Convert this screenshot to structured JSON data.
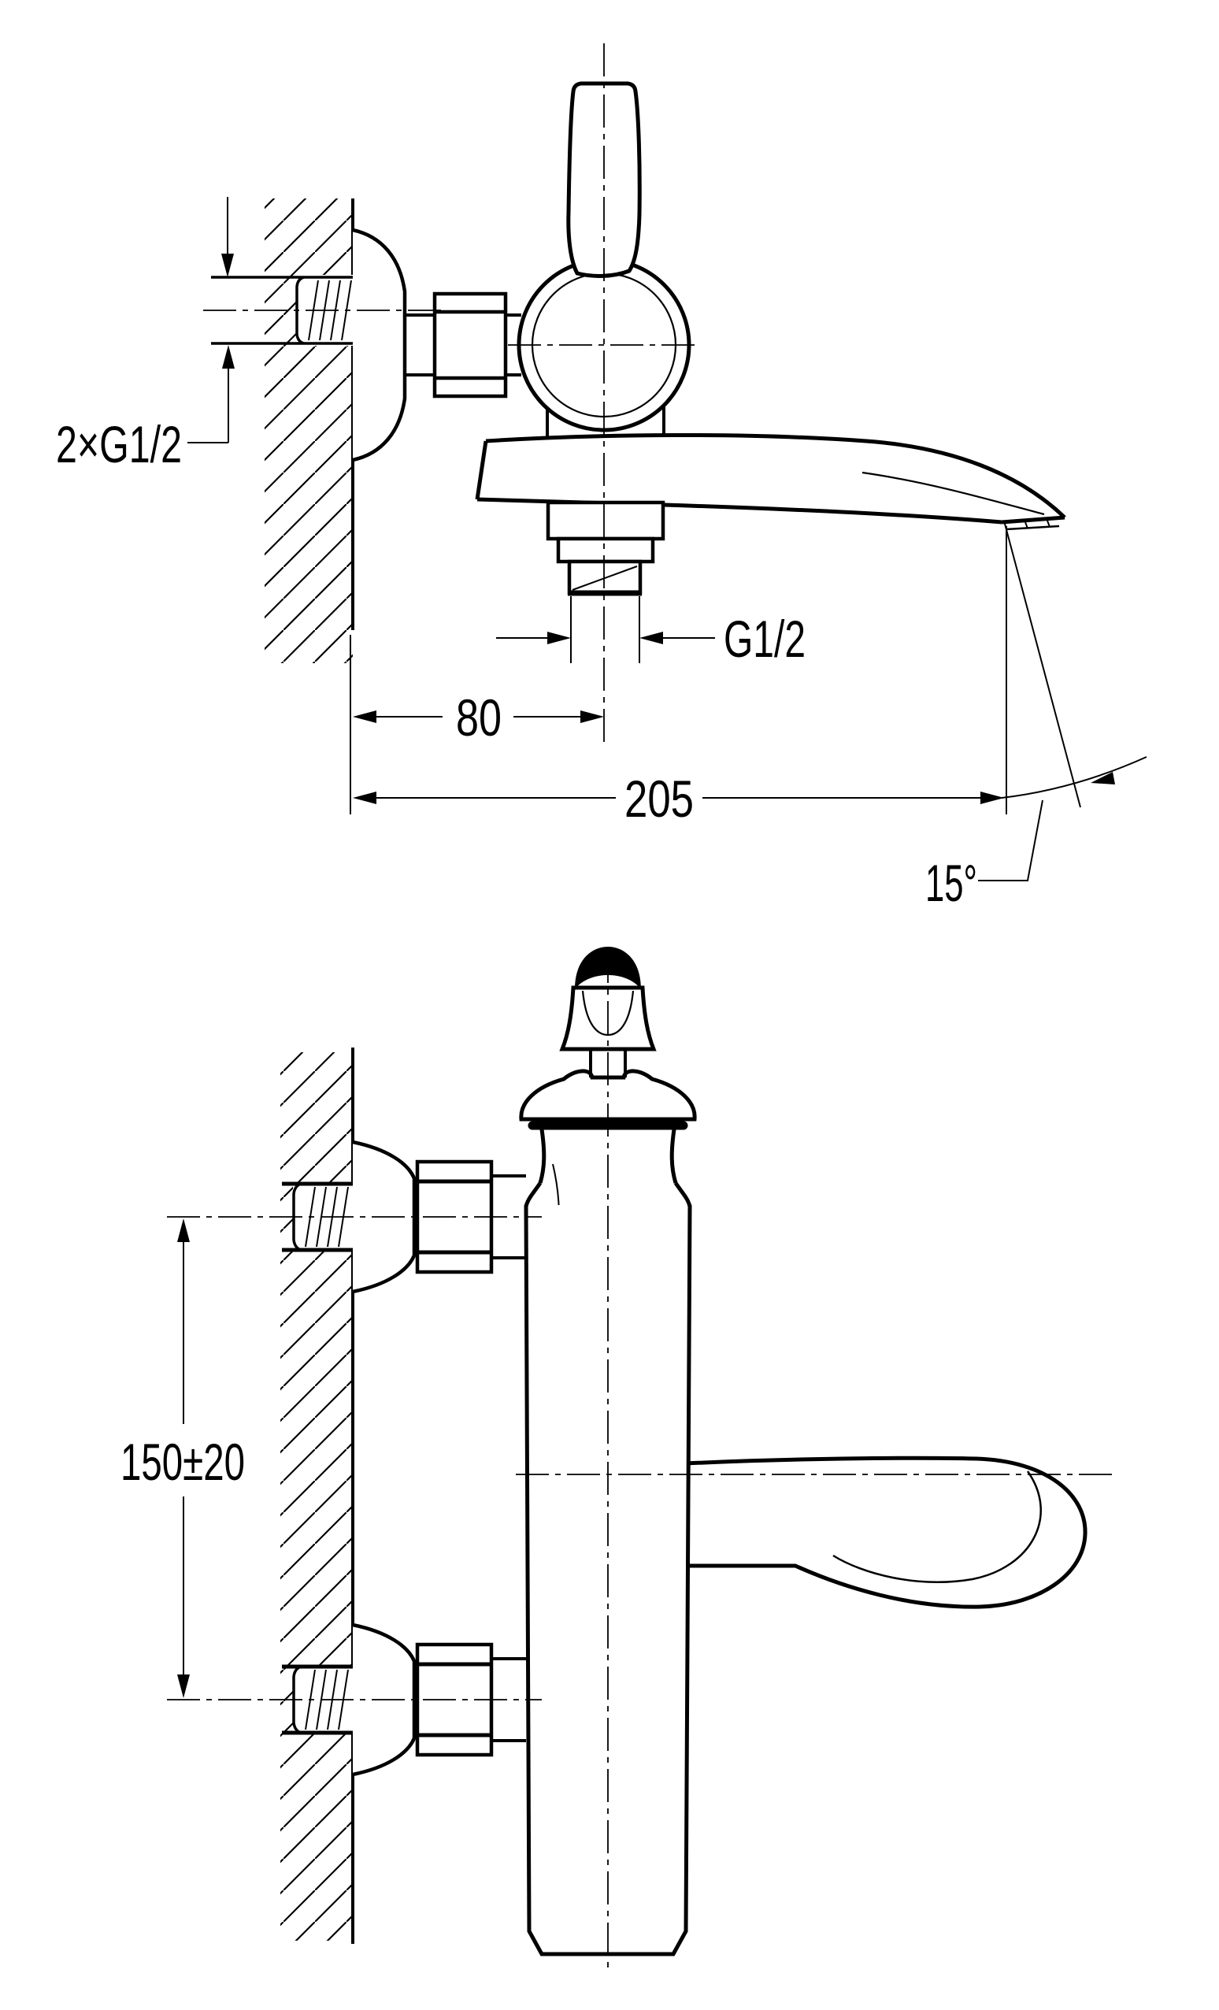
{
  "drawing": {
    "kind": "faucet-installation-dimension-drawing",
    "ink_color": "#000000",
    "paper_color": "#ffffff"
  },
  "side_view": {
    "inlet_thread_label": "2×G1/2",
    "outlet_thread_label": "G1/2",
    "dim_wall_to_outlet_center": "80",
    "dim_wall_to_spout_tip": "205",
    "spout_end_angle": "15°"
  },
  "front_view": {
    "dim_connection_spacing": "150±20"
  }
}
